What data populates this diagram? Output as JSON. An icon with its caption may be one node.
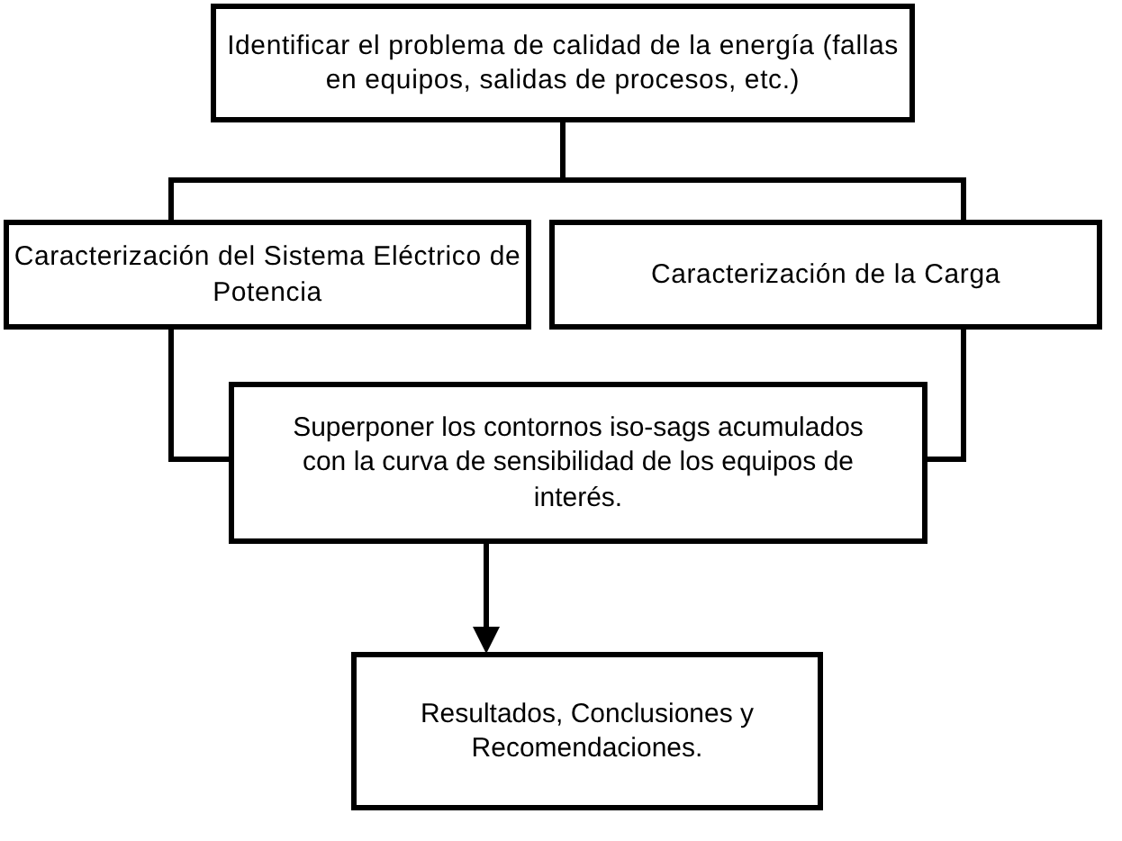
{
  "diagram": {
    "nodes": [
      {
        "text": [
          "Identificar el problema de calidad de la energía (fallas en equipos, salidas de procesos, etc.)"
        ]
      },
      {
        "text": [
          "Caracterización del Sistema Eléctrico de Potencia"
        ]
      },
      {
        "text": [
          "Caracterización de la Carga"
        ]
      },
      {
        "text": [
          "Superponer los contornos iso-sags acumulados con la curva de sensibilidad de los equipos de interés."
        ]
      },
      {
        "text": [
          "Resultados, Conclusiones y Recomendaciones."
        ]
      }
    ],
    "edges": [
      {
        "from": 0,
        "to": 1,
        "arrow": "none"
      },
      {
        "from": 0,
        "to": 2,
        "arrow": "none"
      },
      {
        "from": 1,
        "to": 3,
        "arrow": "none"
      },
      {
        "from": 2,
        "to": 3,
        "arrow": "none"
      },
      {
        "from": 3,
        "to": 4,
        "arrow": "to"
      }
    ]
  }
}
